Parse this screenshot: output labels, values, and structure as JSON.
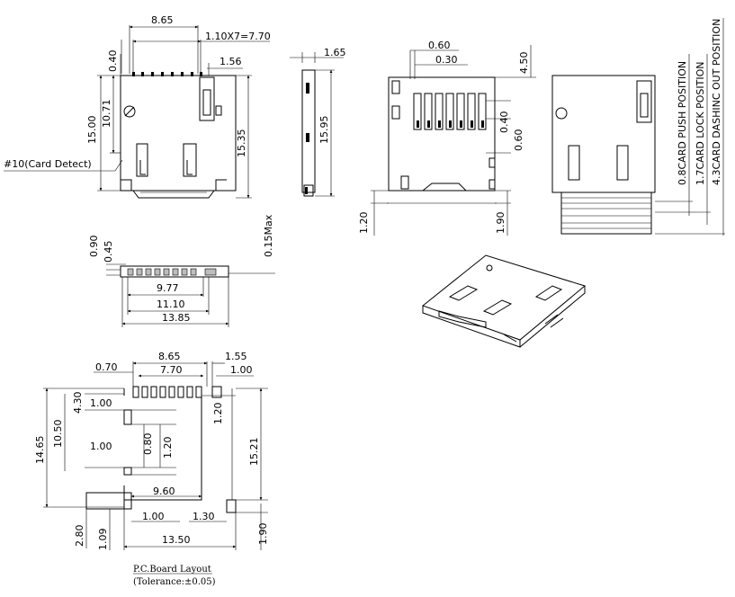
{
  "top_view": {
    "dim_8_65": "8.65",
    "dim_pitch": "1.10X7=7.70",
    "dim_0_40": "0.40",
    "dim_1_56": "1.56",
    "dim_10_71": "10.71",
    "dim_15_00": "15.00",
    "dim_15_35": "15.35",
    "card_detect": "#10(Card Detect)"
  },
  "side_view": {
    "dim_1_65": "1.65",
    "dim_15_95": "15.95"
  },
  "front_view": {
    "dim_0_90": "0.90",
    "dim_0_45": "0.45",
    "dim_0_15max": "0.15Max",
    "dim_9_77": "9.77",
    "dim_11_10": "11.10",
    "dim_13_85": "13.85"
  },
  "bottom_view": {
    "dim_0_60": "0.60",
    "dim_0_30": "0.30",
    "dim_4_50": "4.50",
    "dim_0_40": "0.40",
    "dim_0_60b": "0.60",
    "dim_1_20": "1.20",
    "dim_1_90": "1.90"
  },
  "card_view": {
    "pos_push": "0.8CARD PUSH POSITION",
    "pos_lock": "1.7CARD LOCK POSITION",
    "pos_out": "4.3CARD DASHINC OUT POSITION"
  },
  "pcb_layout": {
    "dim_8_65": "8.65",
    "dim_1_55": "1.55",
    "dim_0_70": "0.70",
    "dim_7_70": "7.70",
    "dim_1_00_top": "1.00",
    "dim_1_00_a": "1.00",
    "dim_4_30": "4.30",
    "dim_10_50": "10.50",
    "dim_14_65": "14.65",
    "dim_1_00_b": "1.00",
    "dim_0_80": "0.80",
    "dim_1_20_a": "1.20",
    "dim_1_20_b": "1.20",
    "dim_15_21": "15.21",
    "dim_9_60": "9.60",
    "dim_1_00_c": "1.00",
    "dim_1_30": "1.30",
    "dim_2_80": "2.80",
    "dim_1_09": "1.09",
    "dim_13_50": "13.50",
    "dim_1_90": "1.90",
    "caption_title": "P.C.Board Layout",
    "caption_tol": "(Tolerance:±0.05)"
  }
}
